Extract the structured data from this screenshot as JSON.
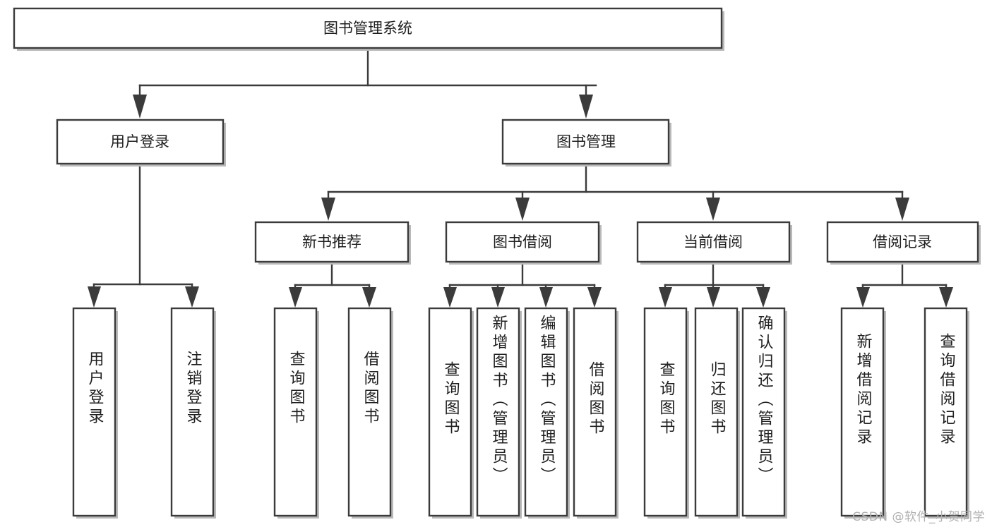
{
  "diagram": {
    "type": "tree-hierarchy",
    "title": "图书管理系统",
    "watermark": "CSDN @软件_小贺同学",
    "colors": {
      "stroke": "#3b3b3b",
      "fill": "#ffffff",
      "text": "#1f1f1f",
      "watermark": "#b0b0b0"
    },
    "root": {
      "label": "图书管理系统"
    },
    "level2": [
      {
        "label": "用户登录"
      },
      {
        "label": "图书管理"
      }
    ],
    "level3": [
      {
        "label": "新书推荐"
      },
      {
        "label": "图书借阅"
      },
      {
        "label": "当前借阅"
      },
      {
        "label": "借阅记录"
      }
    ],
    "leaves": {
      "user_login": [
        {
          "label": "用户登录"
        },
        {
          "label": "注销登录"
        }
      ],
      "new_book_recommend": [
        {
          "label": "查询图书"
        },
        {
          "label": "借阅图书"
        }
      ],
      "book_borrow": [
        {
          "label": "查询图书"
        },
        {
          "label": "新增图书（管理员）"
        },
        {
          "label": "编辑图书（管理员）"
        },
        {
          "label": "借阅图书"
        }
      ],
      "current_borrow": [
        {
          "label": "查询图书"
        },
        {
          "label": "归还图书"
        },
        {
          "label": "确认归还（管理员）"
        }
      ],
      "borrow_records": [
        {
          "label": "新增借阅记录"
        },
        {
          "label": "查询借阅记录"
        }
      ]
    }
  }
}
